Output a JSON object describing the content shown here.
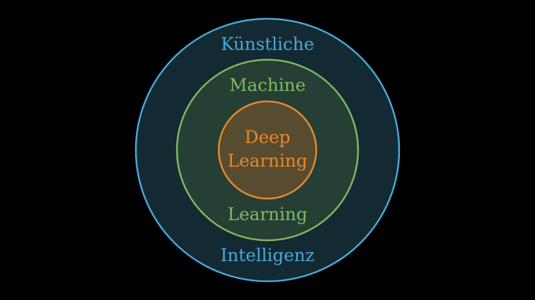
{
  "diagram": {
    "outer": {
      "top_label": "Künstliche",
      "bottom_label": "Intelligenz",
      "stroke": "#4aa8d8",
      "fill": "#142a33",
      "text_color": "#4aa8d8"
    },
    "middle": {
      "top_label": "Machine",
      "bottom_label": "Learning",
      "stroke": "#7dbb5e",
      "fill": "#253f34",
      "text_color": "#7dbb5e"
    },
    "inner": {
      "line1": "Deep",
      "line2": "Learning",
      "stroke": "#e8892c",
      "fill": "#574c30",
      "text_color": "#e8892c"
    },
    "background": "#000000"
  }
}
